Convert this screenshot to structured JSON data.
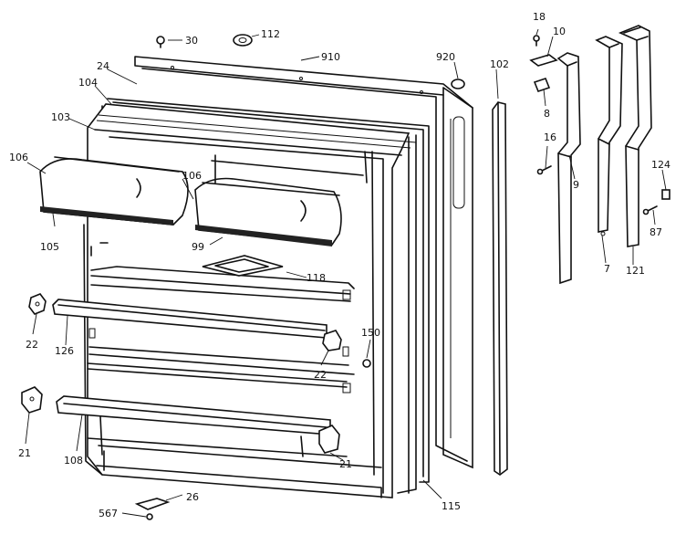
{
  "part_labels": {
    "p30": "30",
    "p112": "112",
    "p910": "910",
    "p920": "920",
    "p102": "102",
    "p18": "18",
    "p10": "10",
    "p8": "8",
    "p16": "16",
    "p9": "9",
    "p124": "124",
    "p87": "87",
    "p7": "7",
    "p121": "121",
    "p24": "24",
    "p104": "104",
    "p103": "103",
    "p106a": "106",
    "p106b": "106",
    "p105": "105",
    "p99": "99",
    "p118": "118",
    "p22a": "22",
    "p126": "126",
    "p150": "150",
    "p22b": "22",
    "p21a": "21",
    "p108": "108",
    "p21b": "21",
    "p115": "115",
    "p567": "567",
    "p26": "26"
  }
}
